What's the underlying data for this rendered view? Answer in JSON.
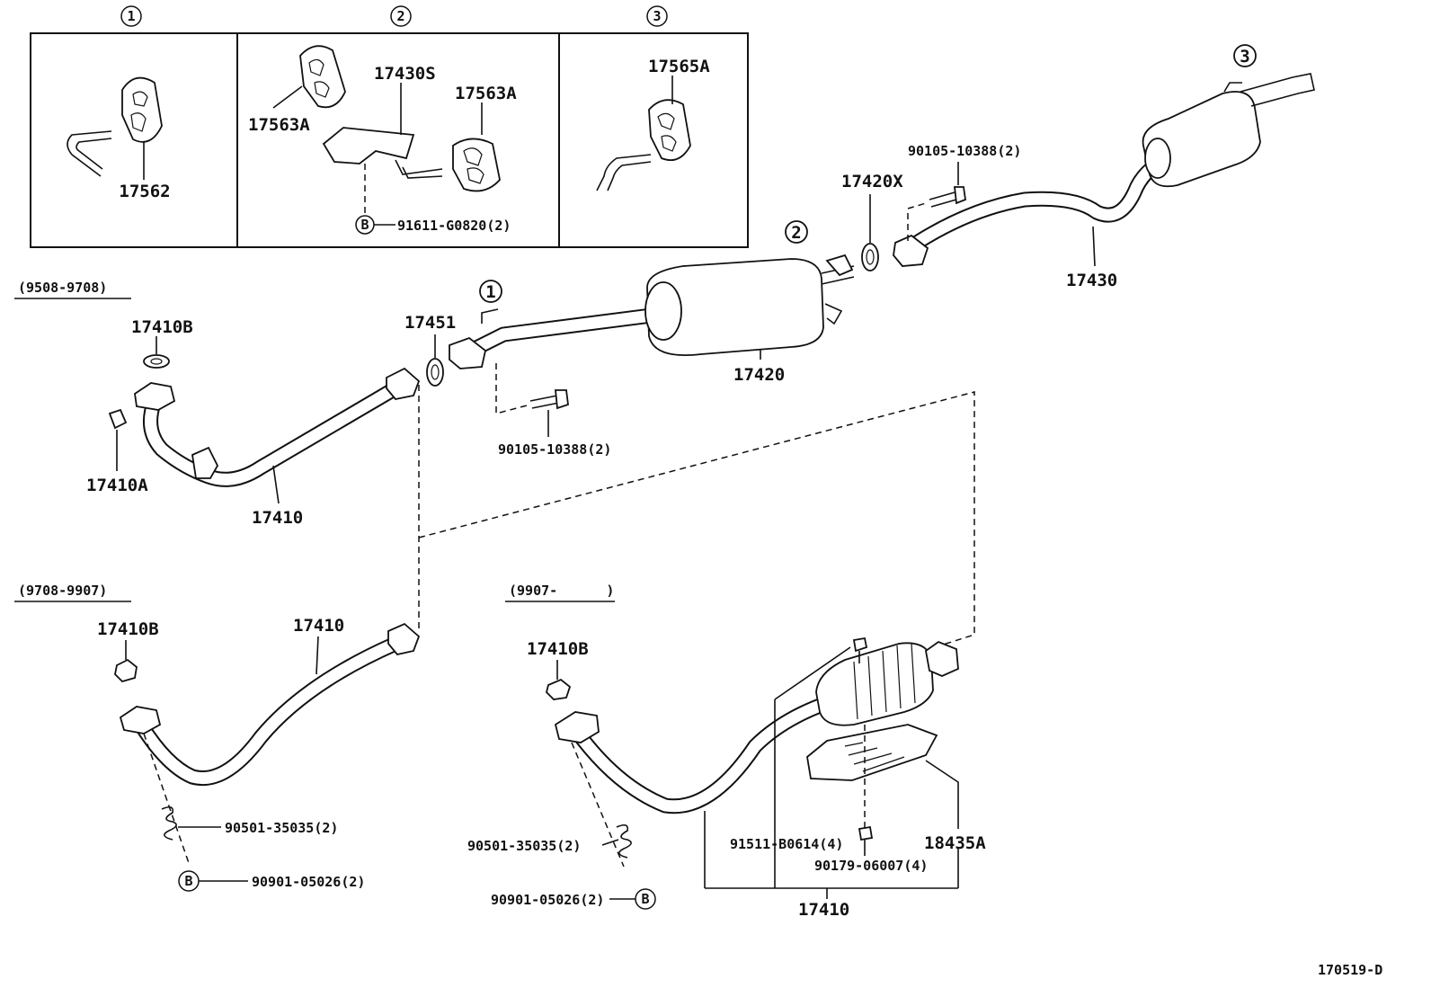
{
  "insets": [
    {
      "marker": "1",
      "labels": [
        "17562"
      ]
    },
    {
      "marker": "2",
      "labels": [
        "17563A",
        "17430S",
        "17563A",
        "91611-G0820(2)"
      ],
      "bolt_marker": "B"
    },
    {
      "marker": "3",
      "labels": [
        "17565A"
      ]
    }
  ],
  "date_ranges": [
    "(9508-9708)",
    "(9708-9907)",
    "(9907-      )"
  ],
  "main": {
    "marker_1": "1",
    "marker_2": "2",
    "marker_3": "3",
    "bolt_top_right": "90105-10388(2)",
    "gasket_17420X": "17420X",
    "tail_pipe": "17430",
    "gasket_17451": "17451",
    "center_muffler": "17420",
    "bolt_center": "90105-10388(2)"
  },
  "variant_a": {
    "gasket": "17410B",
    "nut": "17410A",
    "front_pipe": "17410"
  },
  "variant_b": {
    "gasket": "17410B",
    "front_pipe": "17410",
    "spring": "90501-35035(2)",
    "bolt": "90901-05026(2)",
    "bolt_marker": "B"
  },
  "variant_c": {
    "gasket": "17410B",
    "bolt_cat": "91511-B0614(4)",
    "heat_shield": "18435A",
    "nut": "90179-06007(4)",
    "spring": "90501-35035(2)",
    "bolt": "90901-05026(2)",
    "bolt_marker": "B",
    "front_pipe": "17410"
  },
  "figure_code": "170519-D"
}
